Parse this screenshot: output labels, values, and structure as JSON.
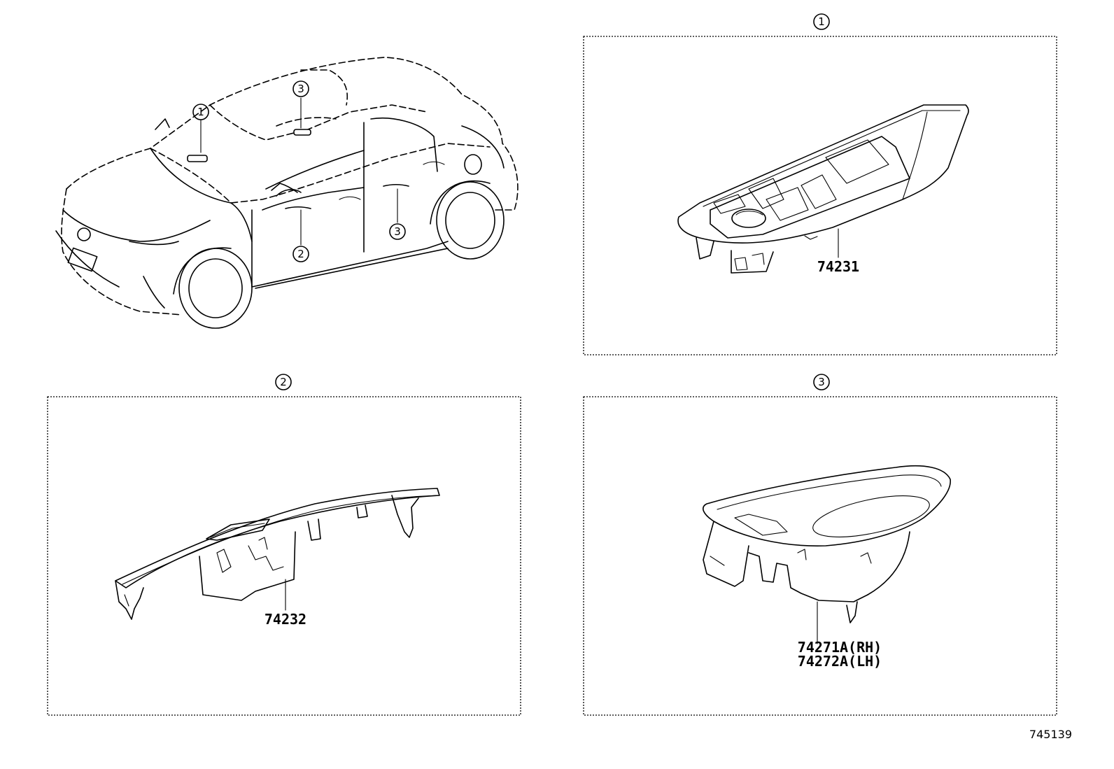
{
  "callouts": {
    "c1": "1",
    "c2": "2",
    "c3": "3"
  },
  "parts": {
    "p1": "74231",
    "p2": "74232",
    "p3a": "74271A(RH)",
    "p3b": "74272A(LH)"
  },
  "diagram_id": "745139"
}
